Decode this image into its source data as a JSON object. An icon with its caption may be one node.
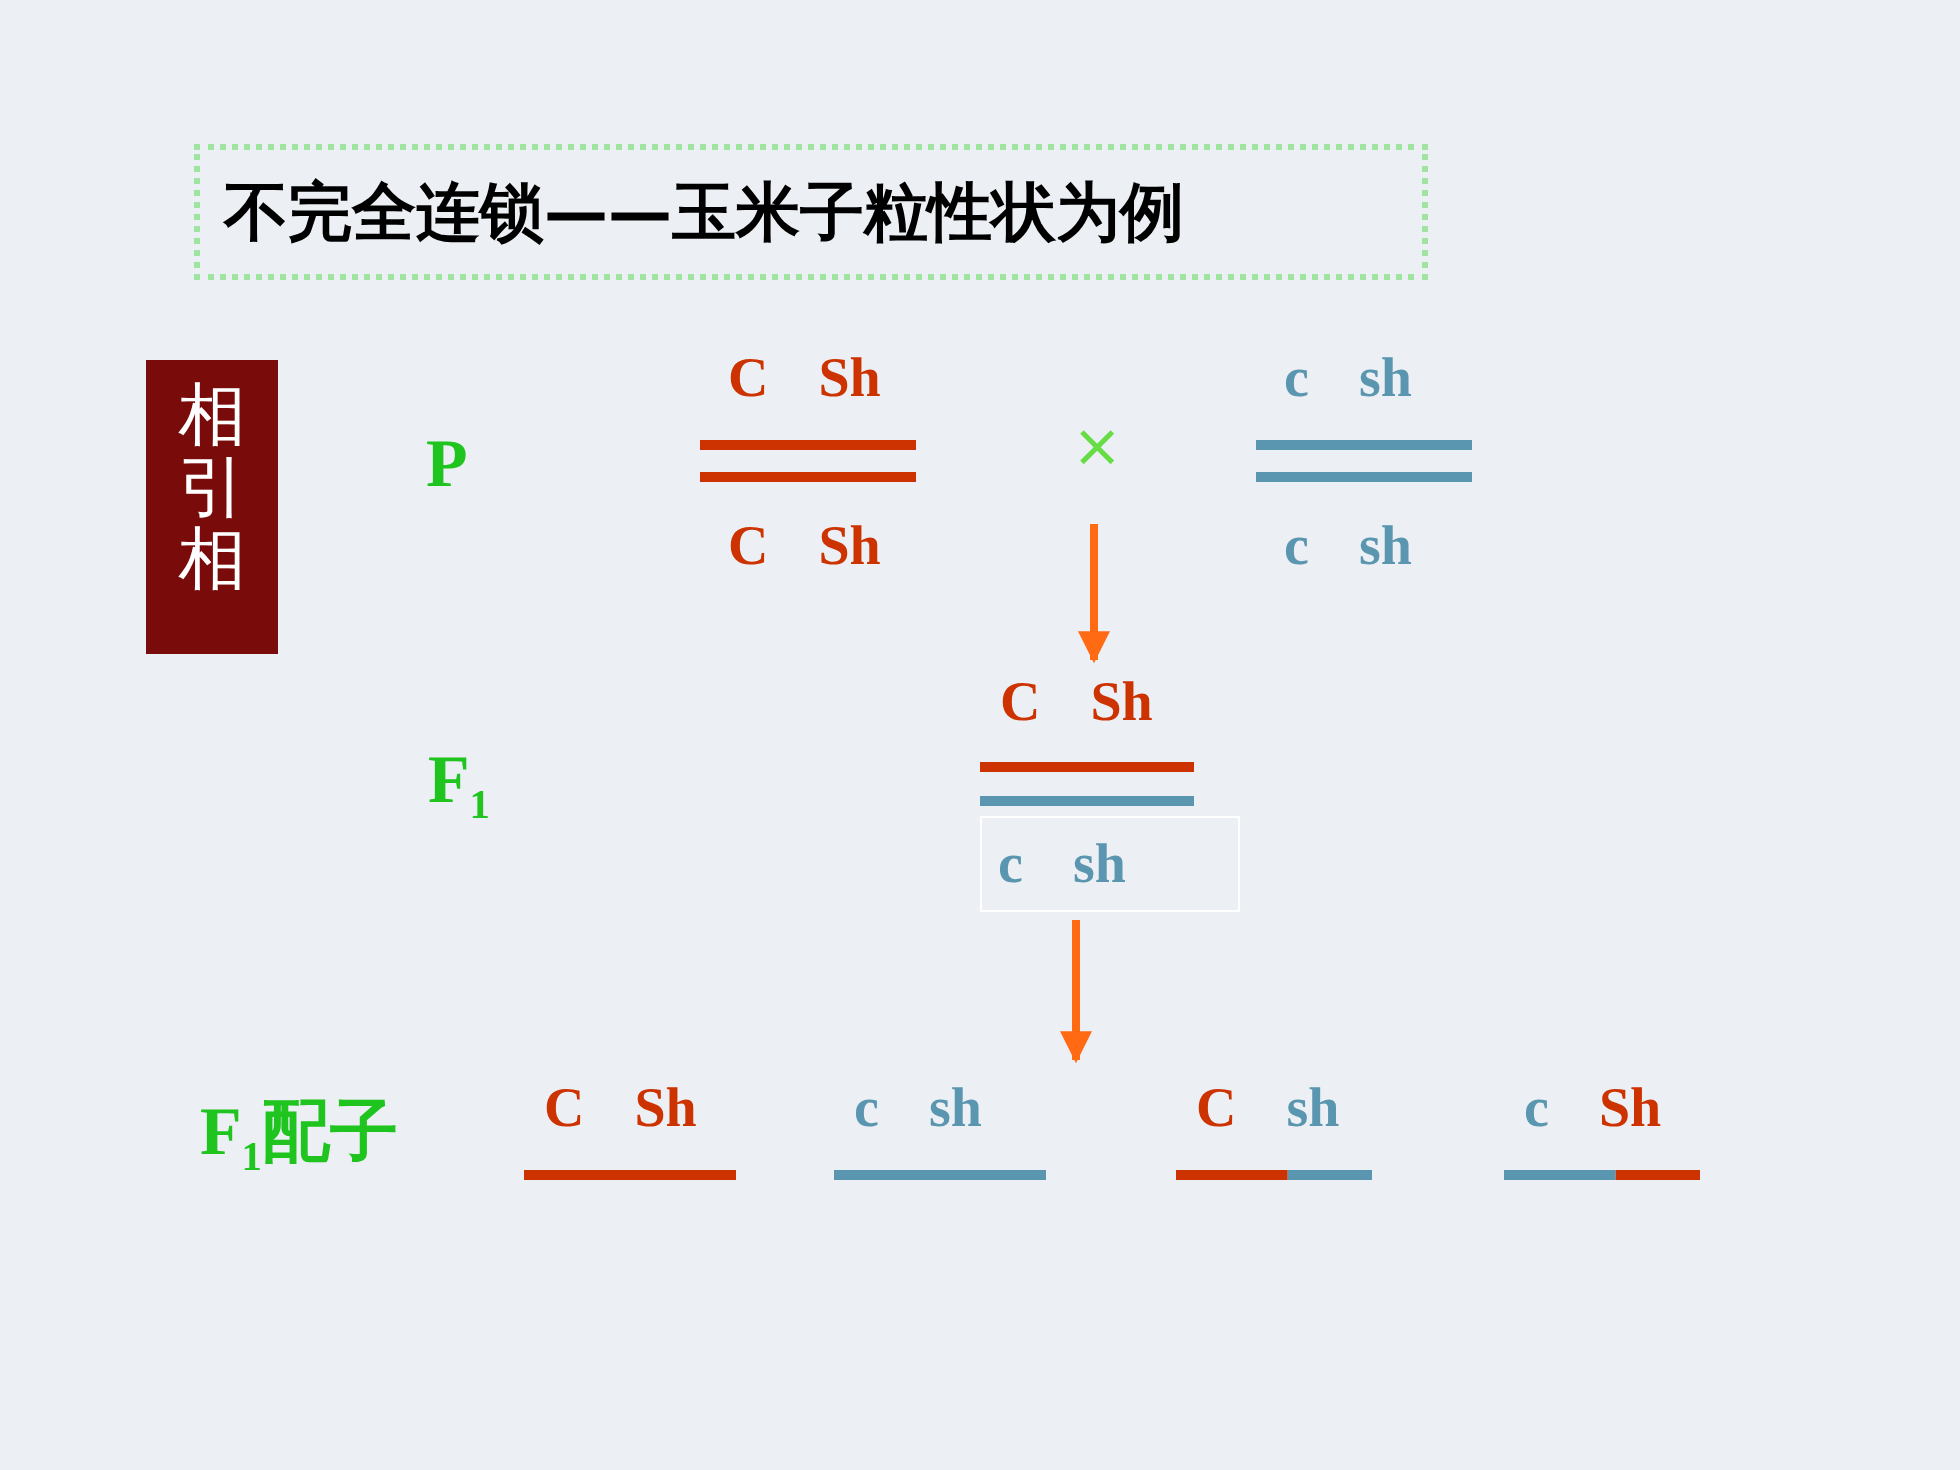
{
  "diagram": {
    "title": "不完全连锁——玉米子粒性状为例",
    "nodes": [
      {
        "text": [
          "相引相"
        ]
      },
      {
        "text": [
          "C Sh",
          "C Sh"
        ]
      },
      {
        "text": [
          "c sh",
          "c sh"
        ]
      },
      {
        "text": [
          "C Sh",
          "c sh"
        ]
      },
      {
        "text": [
          "C Sh"
        ]
      },
      {
        "text": [
          "c sh"
        ]
      },
      {
        "text": [
          "C sh"
        ]
      },
      {
        "text": [
          "c Sh"
        ]
      }
    ],
    "edges": [
      {
        "from": null,
        "to": 3,
        "arrow": "to"
      },
      {
        "from": 3,
        "to": null,
        "arrow": "to"
      }
    ],
    "labels": [
      "P",
      "×",
      "F$_{1}$",
      "F$_{1}$配子"
    ]
  }
}
